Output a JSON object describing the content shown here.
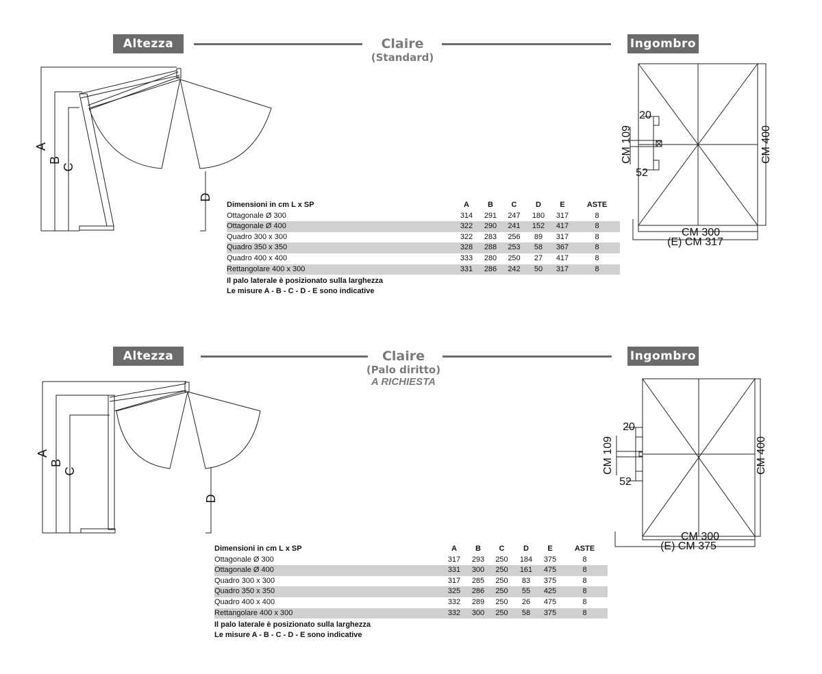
{
  "sections": [
    {
      "left_tag": "Altezza",
      "right_tag": "Ingombro",
      "title": "Claire",
      "subtitle": "(Standard)",
      "extra": "",
      "letters": [
        "A",
        "B",
        "C",
        "D"
      ],
      "footprint": {
        "width_label": "CM 300",
        "ext_label": "(E) CM 317",
        "height_label": "CM 400",
        "side_label": "CM 109",
        "top_label": "20",
        "bottom_label": "52"
      },
      "table": {
        "headers": [
          "Dimensioni in cm L x SP",
          "A",
          "B",
          "C",
          "D",
          "E",
          "ASTE"
        ],
        "rows": [
          [
            "Ottagonale Ø 300",
            "314",
            "291",
            "247",
            "180",
            "317",
            "8"
          ],
          [
            "Ottagonale Ø 400",
            "322",
            "290",
            "241",
            "152",
            "417",
            "8"
          ],
          [
            "Quadro 300 x 300",
            "322",
            "283",
            "256",
            "89",
            "317",
            "8"
          ],
          [
            "Quadro 350 x 350",
            "328",
            "288",
            "253",
            "58",
            "367",
            "8"
          ],
          [
            "Quadro 400 x 400",
            "333",
            "280",
            "250",
            "27",
            "417",
            "8"
          ],
          [
            "Rettangolare 400 x 300",
            "331",
            "286",
            "242",
            "50",
            "317",
            "8"
          ]
        ],
        "notes": [
          "Il palo laterale è posizionato sulla larghezza",
          "Le misure A - B - C - D - E sono indicative"
        ]
      }
    },
    {
      "left_tag": "Altezza",
      "right_tag": "Ingombro",
      "title": "Claire",
      "subtitle": "(Palo diritto)",
      "extra": "A RICHIESTA",
      "letters": [
        "A",
        "B",
        "C",
        "D"
      ],
      "footprint": {
        "width_label": "CM 300",
        "ext_label": "(E) CM 375",
        "height_label": "CM 400",
        "side_label": "CM 109",
        "top_label": "20",
        "bottom_label": "52"
      },
      "table": {
        "headers": [
          "Dimensioni in cm L x SP",
          "A",
          "B",
          "C",
          "D",
          "E",
          "ASTE"
        ],
        "rows": [
          [
            "Ottagonale Ø 300",
            "317",
            "293",
            "250",
            "184",
            "375",
            "8"
          ],
          [
            "Ottagonale Ø 400",
            "331",
            "300",
            "250",
            "161",
            "475",
            "8"
          ],
          [
            "Quadro 300 x 300",
            "317",
            "285",
            "250",
            "83",
            "375",
            "8"
          ],
          [
            "Quadro 350 x 350",
            "325",
            "286",
            "250",
            "55",
            "425",
            "8"
          ],
          [
            "Quadro 400 x 400",
            "332",
            "289",
            "250",
            "26",
            "475",
            "8"
          ],
          [
            "Rettangolare 400 x 300",
            "332",
            "300",
            "250",
            "58",
            "375",
            "8"
          ]
        ],
        "notes": [
          "Il palo laterale è posizionato sulla larghezza",
          "Le misure A - B - C - D - E sono indicative"
        ]
      }
    }
  ]
}
